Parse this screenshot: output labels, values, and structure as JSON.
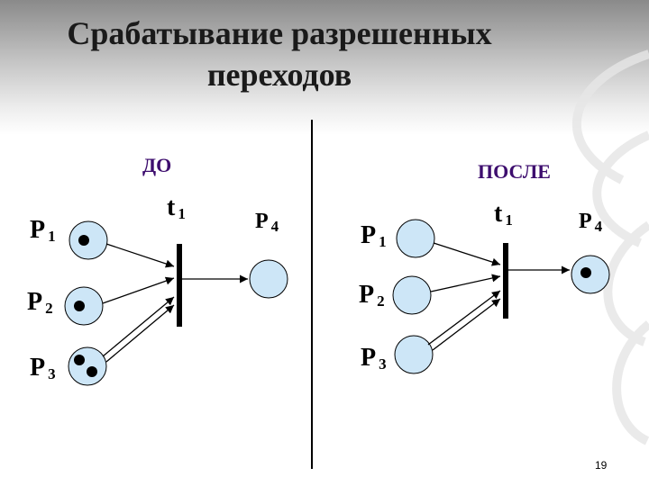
{
  "slide": {
    "title_line1": "Срабатывание разрешенных",
    "title_line2": "переходов",
    "number": "19"
  },
  "before": {
    "label": "ДО",
    "transition": {
      "name": "t",
      "index": "1"
    },
    "places": [
      {
        "name": "P",
        "index": "1",
        "tokens": 1
      },
      {
        "name": "P",
        "index": "2",
        "tokens": 1
      },
      {
        "name": "P",
        "index": "3",
        "tokens": 2
      },
      {
        "name": "P",
        "index": "4",
        "tokens": 0
      }
    ]
  },
  "after": {
    "label": "ПОСЛЕ",
    "transition": {
      "name": "t",
      "index": "1"
    },
    "places": [
      {
        "name": "P",
        "index": "1",
        "tokens": 0
      },
      {
        "name": "P",
        "index": "2",
        "tokens": 0
      },
      {
        "name": "P",
        "index": "3",
        "tokens": 0
      },
      {
        "name": "P",
        "index": "4",
        "tokens": 1
      }
    ]
  },
  "colors": {
    "place_fill": "#cde6f7",
    "token": "#000000",
    "section_label": "#3d0d6e"
  }
}
